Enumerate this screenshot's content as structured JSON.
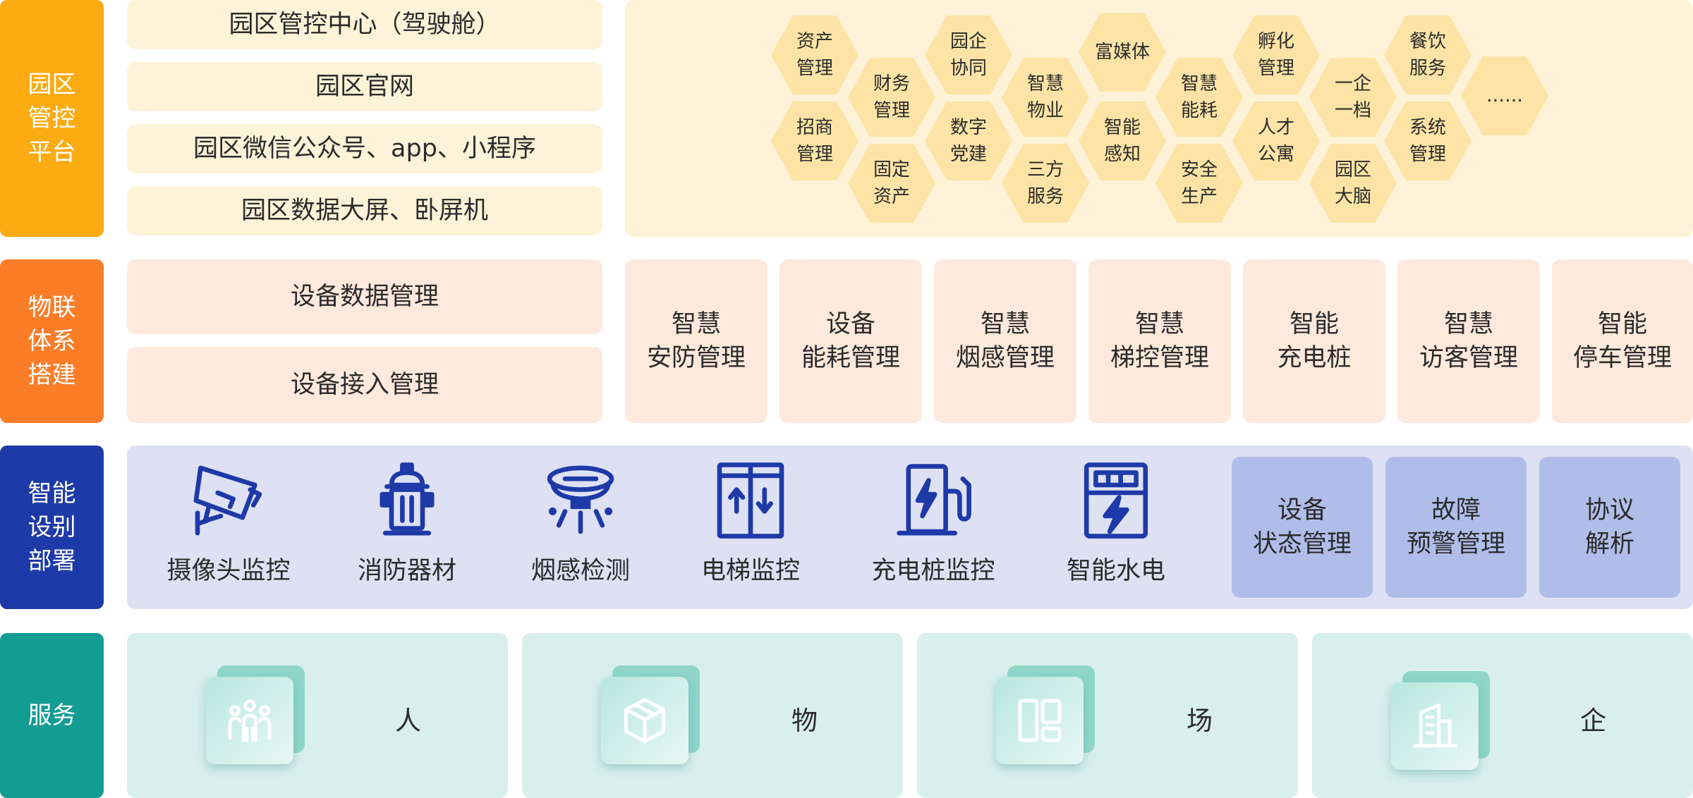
{
  "rows": {
    "platform": {
      "label": "园区\n管控\n平台",
      "color": "#fdab13"
    },
    "iot": {
      "label": "物联\n体系\n搭建",
      "color": "#fb7d28"
    },
    "smart": {
      "label": "智能\n设别\n部署",
      "color": "#1e3aa8"
    },
    "service": {
      "label": "服务",
      "color": "#139c92"
    }
  },
  "platform": {
    "items": [
      "园区管控中心（驾驶舱）",
      "园区官网",
      "园区微信公众号、app、小程序",
      "园区数据大屏、卧屏机"
    ],
    "modules": [
      "资产\n管理",
      "招商\n管理",
      "财务\n管理",
      "固定\n资产",
      "园企\n协同",
      "数字\n党建",
      "智慧\n物业",
      "三方\n服务",
      "富媒体",
      "智能\n感知",
      "智慧\n能耗",
      "安全\n生产",
      "孵化\n管理",
      "人才\n公寓",
      "一企\n一档",
      "园区\n大脑",
      "餐饮\n服务",
      "系统\n管理",
      "……"
    ]
  },
  "iot": {
    "items": [
      "设备数据管理",
      "设备接入管理"
    ],
    "modules": [
      "智慧\n安防管理",
      "设备\n能耗管理",
      "智慧\n烟感管理",
      "智慧\n梯控管理",
      "智能\n充电桩",
      "智慧\n访客管理",
      "智能\n停车管理"
    ]
  },
  "smart": {
    "devices": [
      {
        "label": "摄像头监控",
        "icon": "camera-icon"
      },
      {
        "label": "消防器材",
        "icon": "fire-hydrant-icon"
      },
      {
        "label": "烟感检测",
        "icon": "smoke-detector-icon"
      },
      {
        "label": "电梯监控",
        "icon": "elevator-icon"
      },
      {
        "label": "充电桩监控",
        "icon": "charging-pile-icon"
      },
      {
        "label": "智能水电",
        "icon": "power-meter-icon"
      }
    ],
    "management": [
      "设备\n状态管理",
      "故障\n预警管理",
      "协议\n解析"
    ]
  },
  "service": {
    "items": [
      {
        "label": "人",
        "icon": "people-icon"
      },
      {
        "label": "物",
        "icon": "box-icon"
      },
      {
        "label": "场",
        "icon": "layout-icon"
      },
      {
        "label": "企",
        "icon": "building-icon"
      }
    ]
  },
  "colors": {
    "cream": "#fef3d8",
    "hex": "#fde4a6",
    "peach": "#fee9dc",
    "lavender": "#dde1f3",
    "mgmt": "#b1bde9",
    "mint": "#d9efec",
    "icon_blue": "#1e3aa8"
  }
}
